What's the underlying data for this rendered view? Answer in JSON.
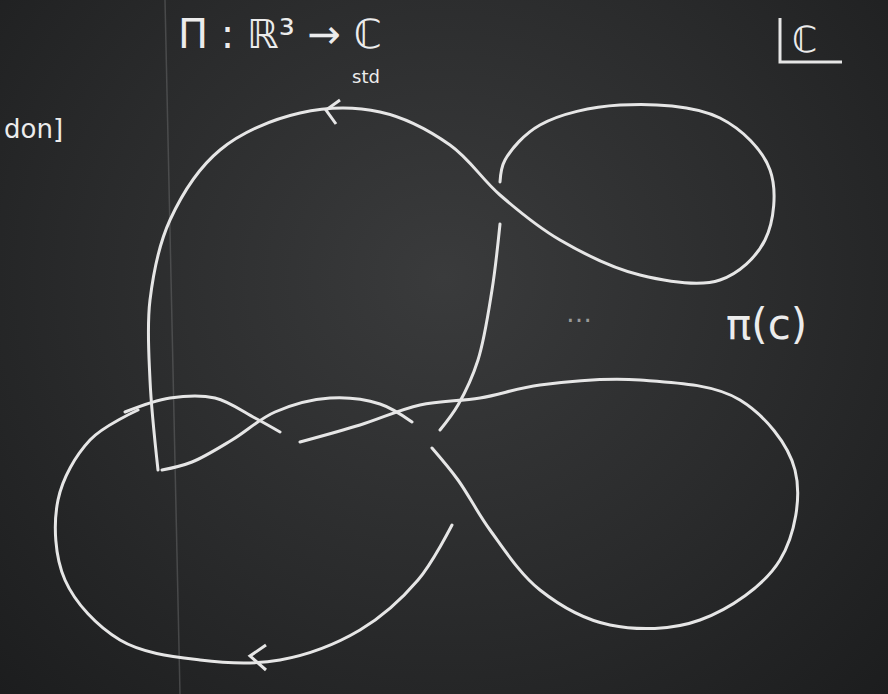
{
  "diagram": {
    "labels": [
      "Π : ℝ³ → ℂ",
      "std",
      "ℂ",
      "…",
      "π(c)",
      "don]"
    ]
  }
}
